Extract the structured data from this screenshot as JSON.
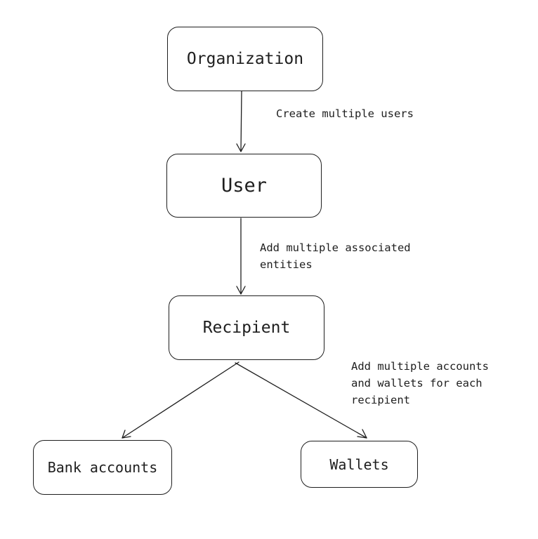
{
  "nodes": {
    "organization": "Organization",
    "user": "User",
    "recipient": "Recipient",
    "bank_accounts": "Bank accounts",
    "wallets": "Wallets"
  },
  "edges": {
    "org_to_user": "Create multiple users",
    "user_to_recipient": "Add multiple associated\nentities",
    "recipient_to_children": "Add multiple accounts\nand wallets for each\nrecipient"
  },
  "colors": {
    "stroke": "#1e1e1e",
    "background": "#ffffff"
  }
}
